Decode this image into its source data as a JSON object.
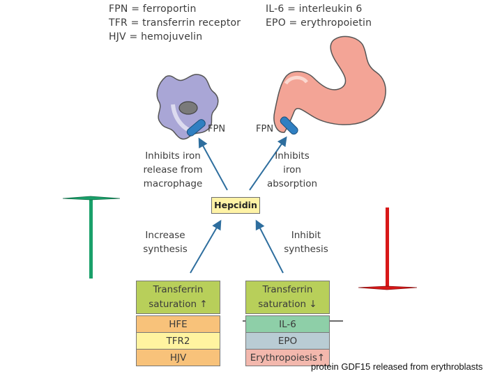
{
  "legend_left": [
    "FPN = ferroportin",
    "TFR = transferrin receptor",
    "HJV = hemojuvelin"
  ],
  "legend_right": [
    "IL-6 = interleukin 6",
    "EPO = erythropoietin"
  ],
  "fpn_left": "FPN",
  "fpn_right": "FPN",
  "left_arrow_label": [
    "Inhibits iron",
    "release from",
    "macrophage"
  ],
  "right_arrow_label": [
    "Inhibits",
    "iron",
    "absorption"
  ],
  "hepcidin": "Hepcidin",
  "increase_label": [
    "Increase",
    "synthesis"
  ],
  "inhibit_label": [
    "Inhibit",
    "synthesis"
  ],
  "left_box": {
    "header": [
      "Transferrin",
      "saturation ↑"
    ],
    "rows": [
      "HFE",
      "TFR2",
      "HJV"
    ]
  },
  "right_box": {
    "header": [
      "Transferrin",
      "saturation ↓"
    ],
    "rows": [
      "IL-6",
      "EPO",
      "Erythropoiesis↑"
    ]
  },
  "note": "protein GDF15 released from erythroblasts",
  "colors": {
    "arrow": "#2e6e9e",
    "header_green": "#b8cf5a",
    "hfe": "#f8c27a",
    "tfr2": "#fff3a0",
    "hjv": "#f8c27a",
    "il6": "#8ecfa8",
    "epo": "#b9ccd4",
    "erythropoiesis": "#f3b8ad",
    "green_t": "#1aa06a",
    "red_t": "#d81818"
  }
}
